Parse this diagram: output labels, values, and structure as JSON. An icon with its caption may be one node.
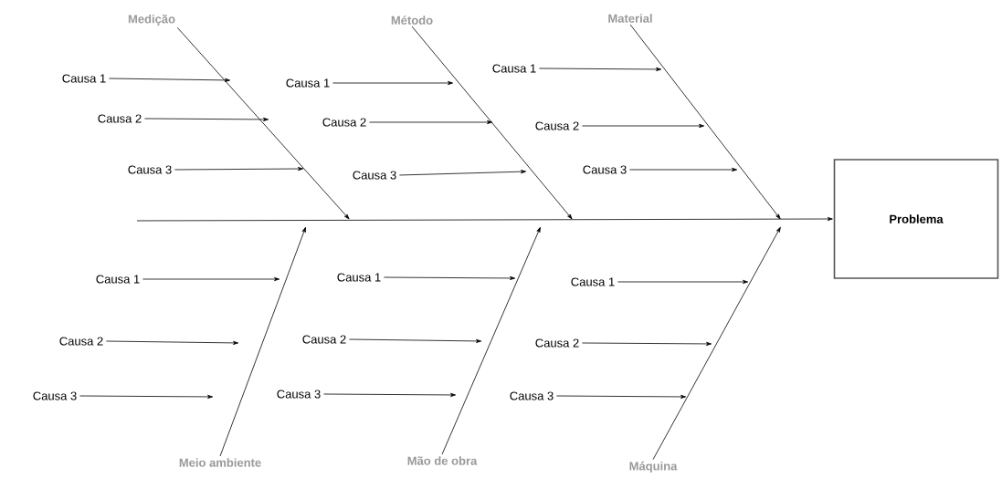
{
  "diagram": {
    "nodes": [
      {
        "text": [
          "Medição"
        ]
      },
      {
        "text": [
          "Causa 1"
        ]
      },
      {
        "text": [
          "Causa 2"
        ]
      },
      {
        "text": [
          "Causa 3"
        ]
      },
      {
        "text": [
          "Método"
        ]
      },
      {
        "text": [
          "Causa 1"
        ]
      },
      {
        "text": [
          "Causa 2"
        ]
      },
      {
        "text": [
          "Causa 3"
        ]
      },
      {
        "text": [
          "Material"
        ]
      },
      {
        "text": [
          "Causa 1"
        ]
      },
      {
        "text": [
          "Causa 2"
        ]
      },
      {
        "text": [
          "Causa 3"
        ]
      },
      {
        "text": [
          "Meio ambiente"
        ]
      },
      {
        "text": [
          "Causa 1"
        ]
      },
      {
        "text": [
          "Causa 2"
        ]
      },
      {
        "text": [
          "Causa 3"
        ]
      },
      {
        "text": [
          "Mão de obra"
        ]
      },
      {
        "text": [
          "Causa 1"
        ]
      },
      {
        "text": [
          "Causa 2"
        ]
      },
      {
        "text": [
          "Causa 3"
        ]
      },
      {
        "text": [
          "Máquina"
        ]
      },
      {
        "text": [
          "Causa 1"
        ]
      },
      {
        "text": [
          "Causa 2"
        ]
      },
      {
        "text": [
          "Causa 3"
        ]
      },
      {
        "text": [
          "Problema"
        ]
      }
    ],
    "edges": [
      {
        "from": 0,
        "to": null,
        "arrow": "to"
      },
      {
        "from": 1,
        "to": null,
        "arrow": "to"
      },
      {
        "from": 2,
        "to": null,
        "arrow": "to"
      },
      {
        "from": 3,
        "to": null,
        "arrow": "to"
      },
      {
        "from": 4,
        "to": null,
        "arrow": "to"
      },
      {
        "from": 5,
        "to": null,
        "arrow": "to"
      },
      {
        "from": 6,
        "to": null,
        "arrow": "to"
      },
      {
        "from": 7,
        "to": null,
        "arrow": "to"
      },
      {
        "from": 8,
        "to": null,
        "arrow": "to"
      },
      {
        "from": 9,
        "to": null,
        "arrow": "to"
      },
      {
        "from": 10,
        "to": null,
        "arrow": "to"
      },
      {
        "from": 11,
        "to": null,
        "arrow": "to"
      },
      {
        "from": 12,
        "to": null,
        "arrow": "to"
      },
      {
        "from": 13,
        "to": null,
        "arrow": "to"
      },
      {
        "from": 14,
        "to": null,
        "arrow": "to"
      },
      {
        "from": 15,
        "to": null,
        "arrow": "to"
      },
      {
        "from": 16,
        "to": null,
        "arrow": "to"
      },
      {
        "from": 17,
        "to": null,
        "arrow": "to"
      },
      {
        "from": 18,
        "to": null,
        "arrow": "to"
      },
      {
        "from": 19,
        "to": null,
        "arrow": "to"
      },
      {
        "from": 20,
        "to": null,
        "arrow": "to"
      },
      {
        "from": 21,
        "to": null,
        "arrow": "to"
      },
      {
        "from": 22,
        "to": null,
        "arrow": "to"
      },
      {
        "from": 23,
        "to": null,
        "arrow": "to"
      },
      {
        "from": null,
        "to": 24,
        "arrow": "to"
      }
    ]
  }
}
